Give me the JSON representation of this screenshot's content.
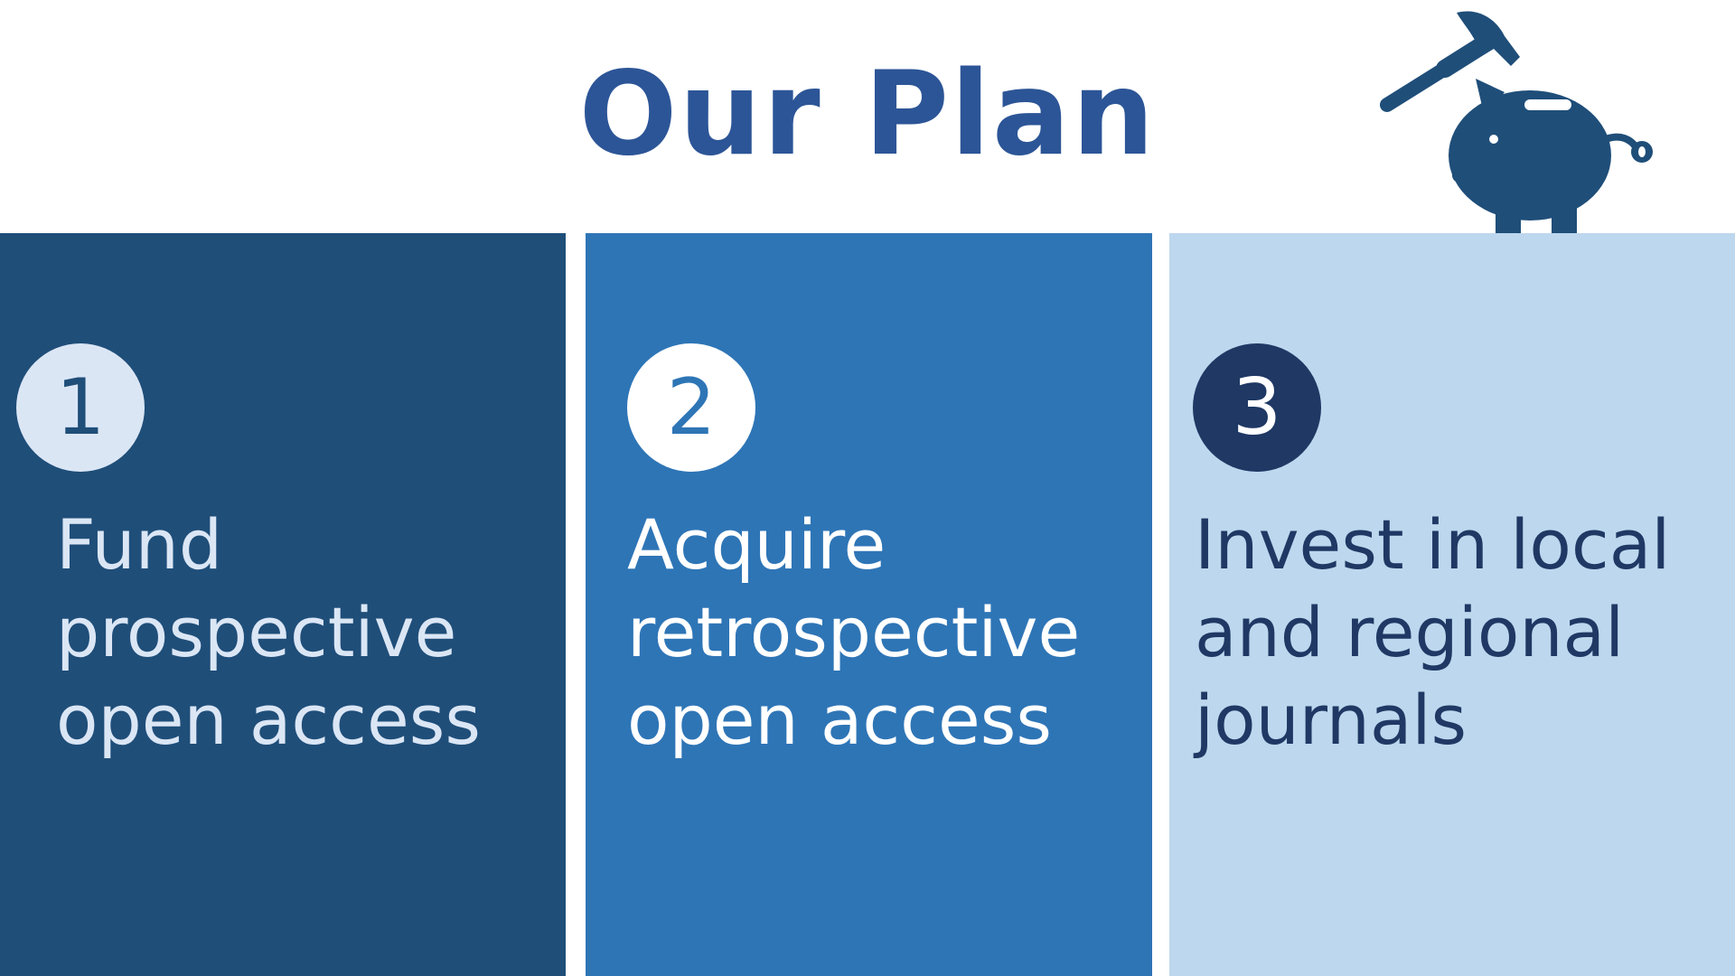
{
  "slide": {
    "title": "Our Plan",
    "icon": "piggy-bank-hammer-icon",
    "cards": [
      {
        "number": "1",
        "lines": [
          "Fund",
          "prospective",
          "open access"
        ]
      },
      {
        "number": "2",
        "lines": [
          "Acquire",
          "retrospective",
          "open access"
        ]
      },
      {
        "number": "3",
        "lines": [
          "Invest in local",
          "and regional",
          "journals"
        ]
      }
    ]
  },
  "colors": {
    "title": "#2c5597",
    "icon": "#1f4e79",
    "card1_bg": "#1f4e79",
    "card1_badge_bg": "#dbe6f5",
    "card1_badge_text": "#1f4e79",
    "card1_text": "#dbe6f5",
    "card2_bg": "#2e75b6",
    "card2_badge_bg": "#ffffff",
    "card2_badge_text": "#2e75b6",
    "card2_text": "#ffffff",
    "card3_bg": "#bdd7ee",
    "card3_badge_bg": "#1f3864",
    "card3_badge_text": "#ffffff",
    "card3_text": "#1f3864"
  }
}
